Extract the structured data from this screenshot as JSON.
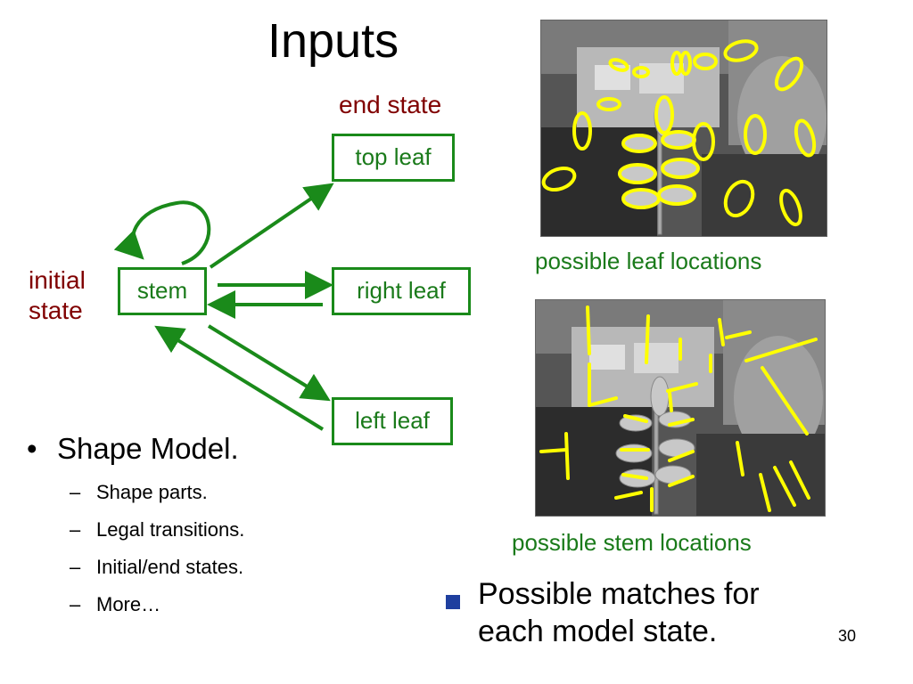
{
  "slide": {
    "title": "Inputs",
    "page_number": "30"
  },
  "diagram": {
    "end_state_label": "end state",
    "initial_state_label_line1": "initial",
    "initial_state_label_line2": "state",
    "states": {
      "stem": "stem",
      "top_leaf": "top leaf",
      "right_leaf": "right leaf",
      "left_leaf": "left leaf"
    }
  },
  "images": {
    "leaf_caption": "possible leaf locations",
    "stem_caption": "possible stem locations"
  },
  "bullets": {
    "main": "Shape Model.",
    "sub": [
      "Shape parts.",
      "Legal transitions.",
      "Initial/end states.",
      "More…"
    ]
  },
  "right_bullet": {
    "line1": "Possible matches for",
    "line2": "each model state."
  },
  "colors": {
    "diagram_green": "#1a8a1a",
    "label_dark_red": "#800000",
    "marker_yellow": "#ffff00",
    "bullet_blue": "#1f3f9f"
  }
}
